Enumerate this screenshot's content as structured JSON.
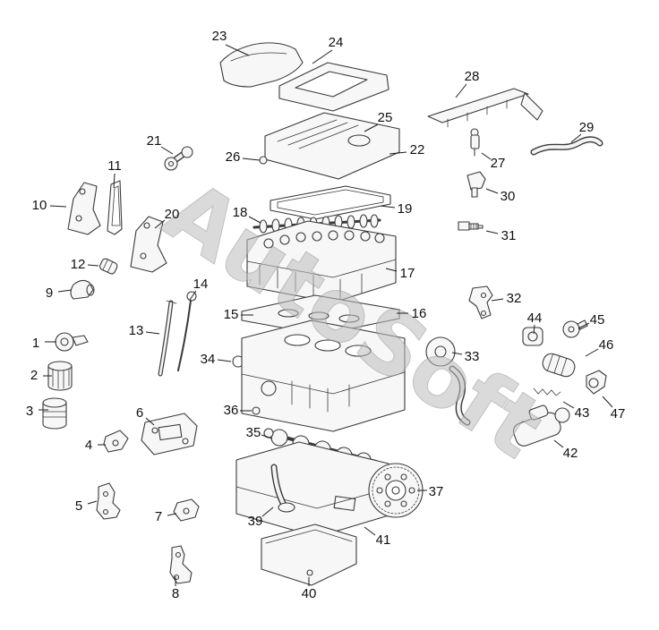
{
  "watermark": {
    "text": "AutoSoft",
    "color": "#bdbdbd",
    "angle_deg": 33
  },
  "colors": {
    "background": "#ffffff",
    "line_art": "#3a3a3a",
    "label_text": "#101010"
  },
  "diagram": {
    "type": "exploded-parts-diagram",
    "description": "Engine exploded view with numbered part callouts",
    "callouts": [
      {
        "n": "1",
        "label": [
          40,
          383
        ],
        "line": [
          50,
          382,
          63,
          382
        ]
      },
      {
        "n": "2",
        "label": [
          38,
          419
        ],
        "line": [
          48,
          420,
          58,
          420
        ]
      },
      {
        "n": "3",
        "label": [
          33,
          459
        ],
        "line": [
          43,
          458,
          54,
          458
        ]
      },
      {
        "n": "4",
        "label": [
          99,
          497
        ],
        "line": [
          109,
          497,
          118,
          497
        ]
      },
      {
        "n": "5",
        "label": [
          88,
          565
        ],
        "line": [
          98,
          563,
          108,
          560
        ]
      },
      {
        "n": "6",
        "label": [
          156,
          461
        ],
        "line": [
          163,
          467,
          172,
          475
        ]
      },
      {
        "n": "7",
        "label": [
          177,
          577
        ],
        "line": [
          187,
          576,
          197,
          574
        ]
      },
      {
        "n": "8",
        "label": [
          196,
          663
        ],
        "line": [
          196,
          655,
          196,
          644
        ]
      },
      {
        "n": "9",
        "label": [
          55,
          327
        ],
        "line": [
          65,
          326,
          80,
          324
        ]
      },
      {
        "n": "10",
        "label": [
          44,
          229
        ],
        "line": [
          56,
          230,
          74,
          231
        ]
      },
      {
        "n": "11",
        "label": [
          128,
          185
        ],
        "line": [
          128,
          194,
          127,
          210
        ]
      },
      {
        "n": "12",
        "label": [
          87,
          295
        ],
        "line": [
          98,
          296,
          110,
          297
        ]
      },
      {
        "n": "13",
        "label": [
          152,
          369
        ],
        "line": [
          163,
          371,
          178,
          373
        ]
      },
      {
        "n": "14",
        "label": [
          224,
          317
        ],
        "line": [
          219,
          325,
          212,
          335
        ]
      },
      {
        "n": "15",
        "label": [
          258,
          351
        ],
        "line": [
          269,
          352,
          283,
          352
        ]
      },
      {
        "n": "16",
        "label": [
          468,
          350
        ],
        "line": [
          456,
          350,
          443,
          350
        ]
      },
      {
        "n": "17",
        "label": [
          455,
          305
        ],
        "line": [
          443,
          303,
          431,
          300
        ]
      },
      {
        "n": "18",
        "label": [
          268,
          237
        ],
        "line": [
          278,
          242,
          291,
          249
        ]
      },
      {
        "n": "19",
        "label": [
          452,
          233
        ],
        "line": [
          441,
          232,
          425,
          230
        ]
      },
      {
        "n": "20",
        "label": [
          192,
          239
        ],
        "line": [
          184,
          246,
          173,
          255
        ]
      },
      {
        "n": "21",
        "label": [
          172,
          157
        ],
        "line": [
          180,
          164,
          193,
          172
        ]
      },
      {
        "n": "22",
        "label": [
          466,
          167
        ],
        "line": [
          454,
          170,
          435,
          172
        ]
      },
      {
        "n": "23",
        "label": [
          245,
          40
        ],
        "line": [
          252,
          50,
          278,
          62
        ]
      },
      {
        "n": "24",
        "label": [
          375,
          47
        ],
        "line": [
          371,
          56,
          349,
          71
        ]
      },
      {
        "n": "25",
        "label": [
          430,
          131
        ],
        "line": [
          422,
          139,
          407,
          147
        ]
      },
      {
        "n": "26",
        "label": [
          260,
          175
        ],
        "line": [
          271,
          177,
          290,
          179
        ]
      },
      {
        "n": "27",
        "label": [
          556,
          182
        ],
        "line": [
          548,
          178,
          538,
          171
        ]
      },
      {
        "n": "28",
        "label": [
          527,
          85
        ],
        "line": [
          521,
          94,
          509,
          109
        ]
      },
      {
        "n": "29",
        "label": [
          655,
          142
        ],
        "line": [
          649,
          150,
          638,
          159
        ]
      },
      {
        "n": "30",
        "label": [
          567,
          219
        ],
        "line": [
          556,
          216,
          543,
          211
        ]
      },
      {
        "n": "31",
        "label": [
          568,
          263
        ],
        "line": [
          556,
          261,
          543,
          258
        ]
      },
      {
        "n": "32",
        "label": [
          574,
          333
        ],
        "line": [
          562,
          334,
          549,
          336
        ]
      },
      {
        "n": "33",
        "label": [
          527,
          398
        ],
        "line": [
          516,
          396,
          505,
          394
        ]
      },
      {
        "n": "34",
        "label": [
          232,
          401
        ],
        "line": [
          243,
          402,
          258,
          404
        ]
      },
      {
        "n": "35",
        "label": [
          283,
          483
        ],
        "line": [
          292,
          486,
          304,
          490
        ]
      },
      {
        "n": "36",
        "label": [
          258,
          458
        ],
        "line": [
          268,
          459,
          281,
          459
        ]
      },
      {
        "n": "37",
        "label": [
          487,
          549
        ],
        "line": [
          477,
          548,
          466,
          548
        ]
      },
      {
        "n": "39",
        "label": [
          285,
          582
        ],
        "line": [
          293,
          577,
          305,
          567
        ]
      },
      {
        "n": "40",
        "label": [
          345,
          663
        ],
        "line": [
          345,
          655,
          345,
          645
        ]
      },
      {
        "n": "41",
        "label": [
          428,
          603
        ],
        "line": [
          419,
          598,
          407,
          589
        ]
      },
      {
        "n": "42",
        "label": [
          637,
          506
        ],
        "line": [
          629,
          500,
          619,
          492
        ]
      },
      {
        "n": "43",
        "label": [
          650,
          461
        ],
        "line": [
          641,
          456,
          629,
          449
        ]
      },
      {
        "n": "44",
        "label": [
          597,
          355
        ],
        "line": [
          597,
          363,
          596,
          373
        ]
      },
      {
        "n": "45",
        "label": [
          667,
          357
        ],
        "line": [
          658,
          361,
          646,
          367
        ]
      },
      {
        "n": "46",
        "label": [
          677,
          385
        ],
        "line": [
          668,
          390,
          654,
          398
        ]
      },
      {
        "n": "47",
        "label": [
          690,
          462
        ],
        "line": [
          684,
          455,
          673,
          443
        ]
      }
    ]
  }
}
